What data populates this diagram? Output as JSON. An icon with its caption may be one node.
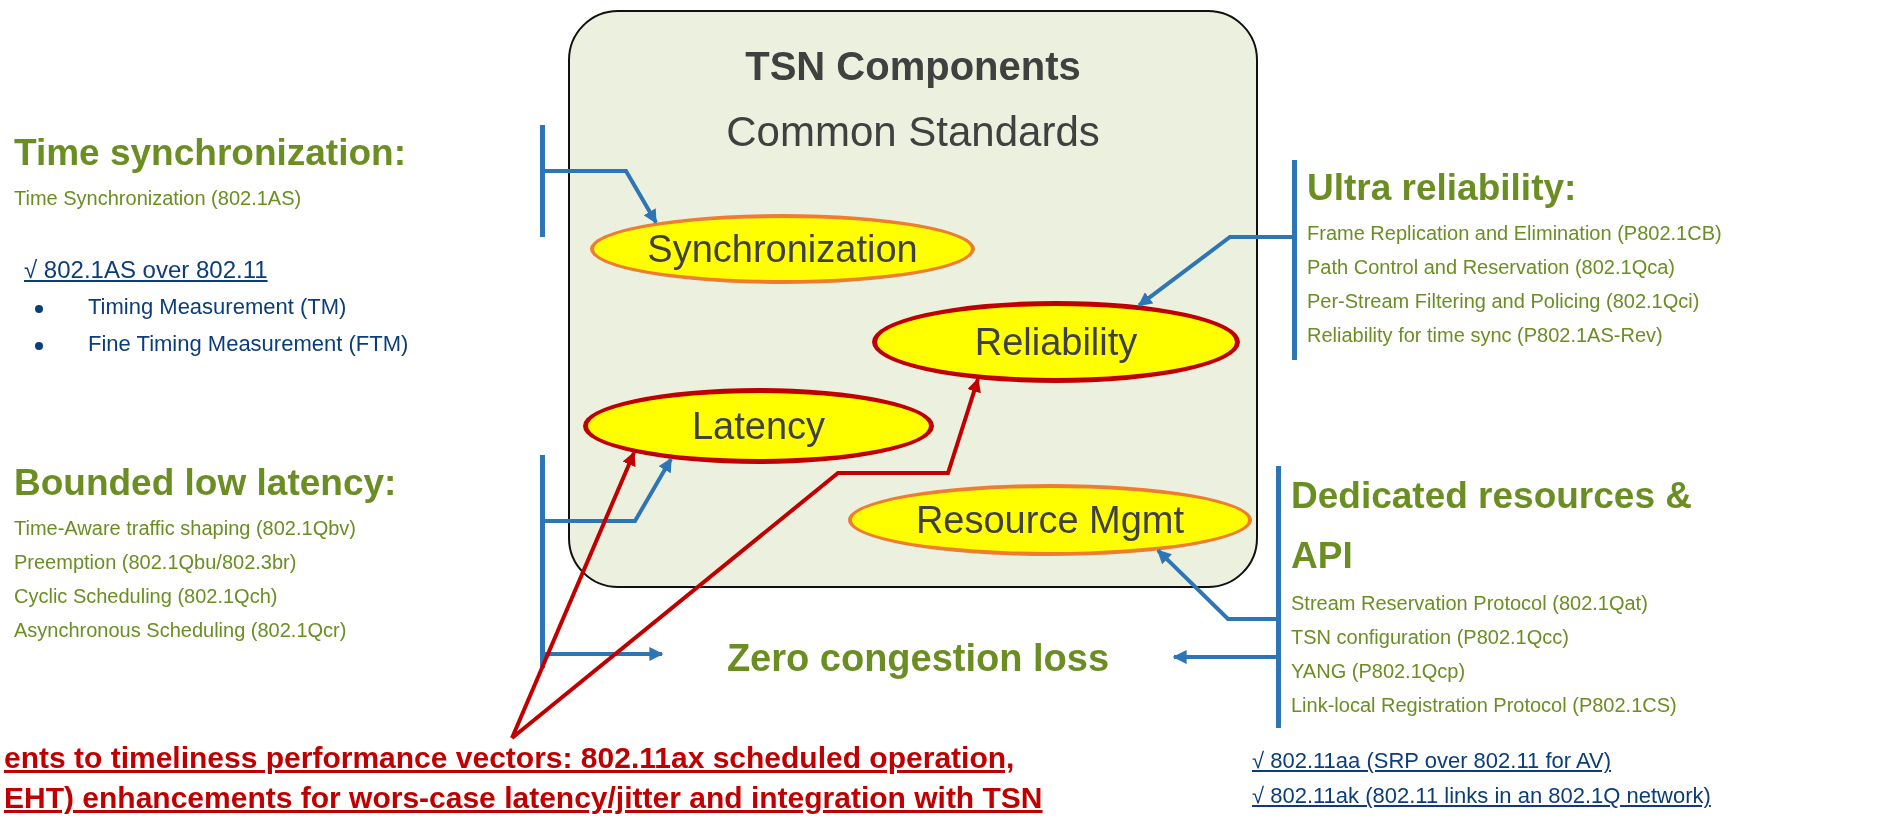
{
  "diagram": {
    "nodes": [
      {
        "text": [
          "TSN Components",
          "Common Standards"
        ]
      },
      {
        "text": [
          "Synchronization"
        ],
        "in": 0
      },
      {
        "text": [
          "Reliability"
        ],
        "in": 0
      },
      {
        "text": [
          "Latency"
        ],
        "in": 0
      },
      {
        "text": [
          "Resource Mgmt"
        ],
        "in": 0
      },
      {
        "text": [
          "Time synchronization:",
          "Time Synchronization (802.1AS)"
        ]
      },
      {
        "text": [
          "Bounded low latency:",
          "Time-Aware traffic shaping (802.1Qbv)",
          "Preemption (802.1Qbu/802.3br)",
          "Cyclic Scheduling (802.1Qch)",
          "Asynchronous Scheduling (802.1Qcr)"
        ]
      },
      {
        "text": [
          "Ultra reliability:",
          "Frame Replication and Elimination (P802.1CB)",
          "Path Control and Reservation (802.1Qca)",
          "Per-Stream Filtering and Policing (802.1Qci)",
          "Reliability for time sync (P802.1AS-Rev)"
        ]
      },
      {
        "text": [
          "Zero congestion loss"
        ]
      },
      {
        "text": [
          "Dedicated resources & API",
          "Stream Reservation Protocol (802.1Qat)",
          "TSN configuration (P802.1Qcc)",
          "YANG (P802.1Qcp)",
          "Link-local Registration Protocol (P802.1CS)"
        ]
      },
      {
        "text": [
          "ents to timeliness performance vectors: 802.11ax scheduled operation, EHT) enhancements for wors-case latency/jitter and integration with TSN"
        ]
      }
    ],
    "edges": [
      {
        "from": 5,
        "to": 1,
        "arrow": "to"
      },
      {
        "from": 7,
        "to": 2,
        "arrow": "to"
      },
      {
        "from": 6,
        "to": 3,
        "arrow": "to"
      },
      {
        "from": 6,
        "to": 8,
        "arrow": "to"
      },
      {
        "from": 9,
        "to": 4,
        "arrow": "to"
      },
      {
        "from": 9,
        "to": 8,
        "arrow": "to"
      },
      {
        "from": 10,
        "to": 3,
        "arrow": "to",
        "color": "#c00000"
      },
      {
        "from": 10,
        "to": 2,
        "arrow": "to",
        "color": "#c00000"
      }
    ],
    "labels": [
      "√ 802.1AS over 802.11",
      "Timing Measurement (TM)",
      "Fine Timing Measurement (FTM)",
      "√ 802.11aa (SRP over 802.11 for AV)",
      "√ 802.11ak (802.11 links in an 802.1Q network)"
    ]
  }
}
